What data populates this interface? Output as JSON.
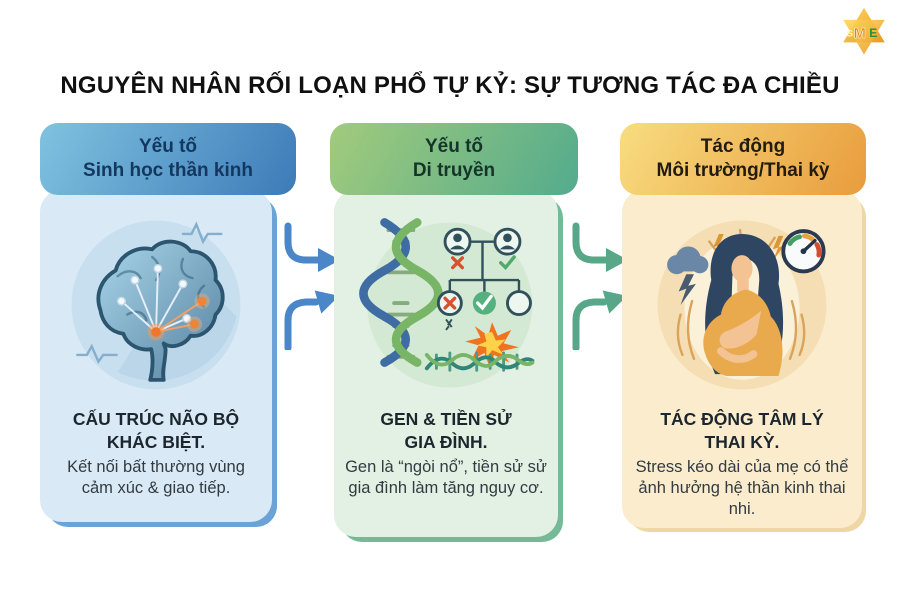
{
  "title": "NGUYÊN NHÂN RỐI LOẠN PHỔ TỰ KỶ: SỰ TƯƠNG TÁC ĐA CHIỀU",
  "logo": {
    "letters": [
      "S",
      "M",
      "E"
    ]
  },
  "palette": {
    "col1_header_from": "#7fc3e0",
    "col1_header_to": "#3d7ab8",
    "col1_body": "#d9eaf6",
    "col1_border": "#6ba3d6",
    "col1_text": "#14375f",
    "col2_header_from": "#a2cb7c",
    "col2_header_to": "#53ab8d",
    "col2_body": "#e3f0e4",
    "col2_border": "#74ba96",
    "col2_text": "#16352a",
    "col3_header_from": "#f8dd80",
    "col3_header_to": "#e89c3c",
    "col3_body": "#faeccd",
    "col3_border": "#eed7a4",
    "col3_text": "#221c10",
    "arrow_blue": "#4a86c8",
    "arrow_green": "#57a788",
    "title_color": "#101010"
  },
  "columns": [
    {
      "id": "neurobiology",
      "header_line1": "Yếu tố",
      "header_line2": "Sinh học thần kinh",
      "icon": "brain-neural-network-icon",
      "heading_line1": "CẤU TRÚC NÃO BỘ",
      "heading_line2": "KHÁC BIỆT.",
      "description": "Kết nối bất thường vùng cảm xúc & giao tiếp."
    },
    {
      "id": "genetic",
      "header_line1": "Yếu tố",
      "header_line2": "Di truyền",
      "icon": "dna-family-tree-icon",
      "heading_line1": "GEN & TIỀN SỬ",
      "heading_line2": "GIA ĐÌNH.",
      "description": "Gen là “ngòi nổ”, tiền sử sử gia đình làm tăng nguy cơ."
    },
    {
      "id": "environment",
      "header_line1": "Tác động",
      "header_line2": "Môi trường/Thai kỳ",
      "icon": "pregnant-woman-stress-icon",
      "heading_line1": "TÁC ĐỘNG TÂM LÝ",
      "heading_line2": "THAI KỲ.",
      "description": "Stress kéo dài của mẹ có thể ảnh hưởng hệ thần kinh thai nhi."
    }
  ]
}
